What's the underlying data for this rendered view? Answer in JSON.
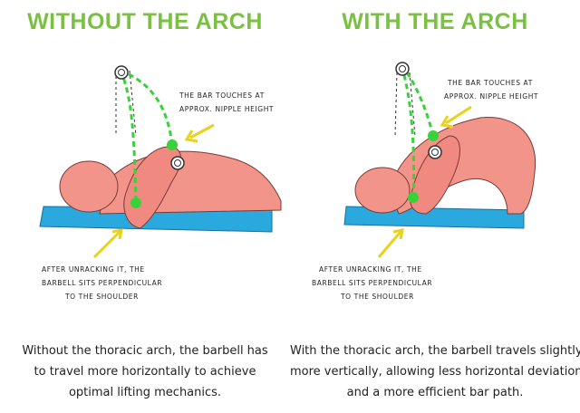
{
  "left": {
    "title": "WITHOUT THE ARCH",
    "touch_note": [
      "THE BAR TOUCHES AT",
      "APPROX. NIPPLE HEIGHT"
    ],
    "unrack_note": [
      "AFTER UNRACKING IT, THE",
      "BARBELL SITS PERPENDICULAR",
      "TO THE SHOULDER"
    ],
    "caption": [
      "Without the thoracic arch, the barbell has",
      "to travel more horizontally to achieve",
      "optimal lifting mechanics."
    ]
  },
  "right": {
    "title": "WITH THE ARCH",
    "touch_note": [
      "THE BAR TOUCHES AT",
      "APPROX. NIPPLE HEIGHT"
    ],
    "unrack_note": [
      "AFTER UNRACKING IT, THE",
      "BARBELL SITS PERPENDICULAR",
      "TO THE SHOULDER"
    ],
    "caption": [
      "With the thoracic arch, the barbell travels slightly",
      "more vertically, allowing less horizontal deviation",
      "and a more efficient bar path."
    ]
  },
  "colors": {
    "title_green": "#7ac143",
    "bar_path_green": "#39d23a",
    "arrow_yellow": "#e8d21c",
    "skin": "#f3948b",
    "bench": "#2aa9df"
  }
}
